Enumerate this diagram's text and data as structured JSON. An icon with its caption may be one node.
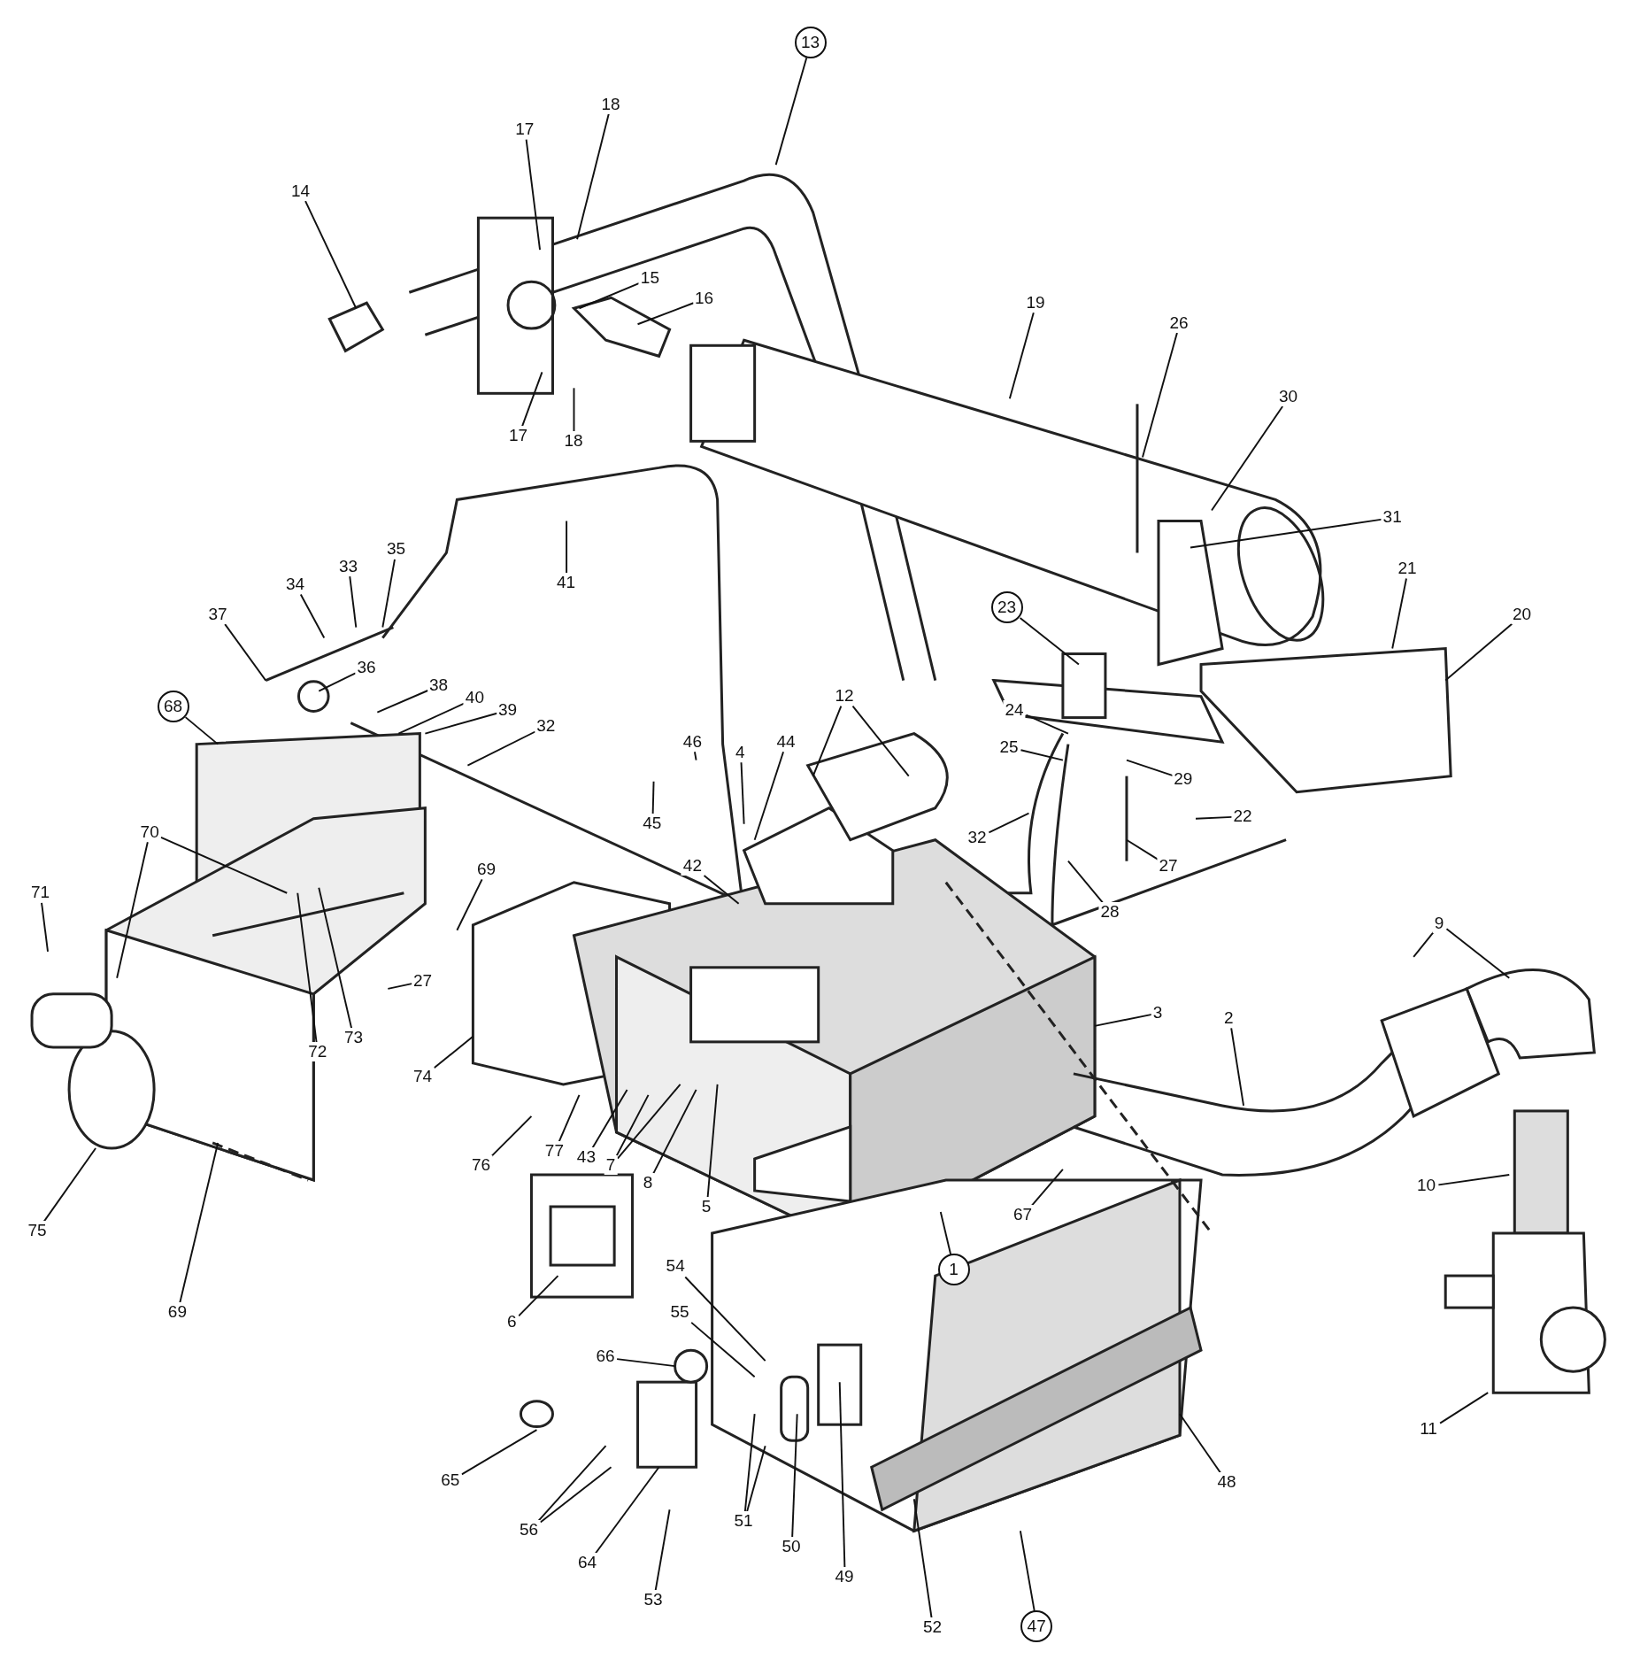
{
  "diagram": {
    "nodes": [
      {
        "text": [
          "13"
        ]
      },
      {
        "text": [
          "18"
        ]
      },
      {
        "text": [
          "17"
        ]
      },
      {
        "text": [
          "14"
        ]
      },
      {
        "text": [
          "15"
        ]
      },
      {
        "text": [
          "16"
        ]
      },
      {
        "text": [
          "17"
        ]
      },
      {
        "text": [
          "18"
        ]
      },
      {
        "text": [
          "19"
        ]
      },
      {
        "text": [
          "26"
        ]
      },
      {
        "text": [
          "30"
        ]
      },
      {
        "text": [
          "31"
        ]
      },
      {
        "text": [
          "21"
        ]
      },
      {
        "text": [
          "20"
        ]
      },
      {
        "text": [
          "23"
        ]
      },
      {
        "text": [
          "24"
        ]
      },
      {
        "text": [
          "25"
        ]
      },
      {
        "text": [
          "29"
        ]
      },
      {
        "text": [
          "22"
        ]
      },
      {
        "text": [
          "32"
        ]
      },
      {
        "text": [
          "27"
        ]
      },
      {
        "text": [
          "28"
        ]
      },
      {
        "text": [
          "41"
        ]
      },
      {
        "text": [
          "35"
        ]
      },
      {
        "text": [
          "33"
        ]
      },
      {
        "text": [
          "34"
        ]
      },
      {
        "text": [
          "37"
        ]
      },
      {
        "text": [
          "36"
        ]
      },
      {
        "text": [
          "38"
        ]
      },
      {
        "text": [
          "40"
        ]
      },
      {
        "text": [
          "39"
        ]
      },
      {
        "text": [
          "32"
        ]
      },
      {
        "text": [
          "68"
        ]
      },
      {
        "text": [
          "12"
        ]
      },
      {
        "text": [
          "46"
        ]
      },
      {
        "text": [
          "45"
        ]
      },
      {
        "text": [
          "4"
        ]
      },
      {
        "text": [
          "44"
        ]
      },
      {
        "text": [
          "42"
        ]
      },
      {
        "text": [
          "70"
        ]
      },
      {
        "text": [
          "71"
        ]
      },
      {
        "text": [
          "69"
        ]
      },
      {
        "text": [
          "27"
        ]
      },
      {
        "text": [
          "72"
        ]
      },
      {
        "text": [
          "73"
        ]
      },
      {
        "text": [
          "74"
        ]
      },
      {
        "text": [
          "76"
        ]
      },
      {
        "text": [
          "77"
        ]
      },
      {
        "text": [
          "43"
        ]
      },
      {
        "text": [
          "7"
        ]
      },
      {
        "text": [
          "8"
        ]
      },
      {
        "text": [
          "5"
        ]
      },
      {
        "text": [
          "3"
        ]
      },
      {
        "text": [
          "2"
        ]
      },
      {
        "text": [
          "9"
        ]
      },
      {
        "text": [
          "10"
        ]
      },
      {
        "text": [
          "11"
        ]
      },
      {
        "text": [
          "1"
        ]
      },
      {
        "text": [
          "67"
        ]
      },
      {
        "text": [
          "75"
        ]
      },
      {
        "text": [
          "69"
        ]
      },
      {
        "text": [
          "6"
        ]
      },
      {
        "text": [
          "54"
        ]
      },
      {
        "text": [
          "55"
        ]
      },
      {
        "text": [
          "66"
        ]
      },
      {
        "text": [
          "65"
        ]
      },
      {
        "text": [
          "56"
        ]
      },
      {
        "text": [
          "64"
        ]
      },
      {
        "text": [
          "53"
        ]
      },
      {
        "text": [
          "51"
        ]
      },
      {
        "text": [
          "50"
        ]
      },
      {
        "text": [
          "49"
        ]
      },
      {
        "text": [
          "52"
        ]
      },
      {
        "text": [
          "47"
        ]
      },
      {
        "text": [
          "48"
        ]
      }
    ],
    "edges": [
      {
        "from": 0,
        "to": null,
        "arrow": "none"
      },
      {
        "from": 1,
        "to": null,
        "arrow": "none"
      },
      {
        "from": 2,
        "to": null,
        "arrow": "none"
      },
      {
        "from": 3,
        "to": null,
        "arrow": "none"
      },
      {
        "from": 4,
        "to": null,
        "arrow": "none"
      },
      {
        "from": 5,
        "to": null,
        "arrow": "none"
      },
      {
        "from": 6,
        "to": null,
        "arrow": "none"
      },
      {
        "from": 7,
        "to": null,
        "arrow": "none"
      },
      {
        "from": 8,
        "to": null,
        "arrow": "none"
      },
      {
        "from": 9,
        "to": null,
        "arrow": "none"
      },
      {
        "from": 10,
        "to": null,
        "arrow": "none"
      },
      {
        "from": 11,
        "to": null,
        "arrow": "none"
      },
      {
        "from": 12,
        "to": null,
        "arrow": "none"
      },
      {
        "from": 13,
        "to": null,
        "arrow": "none"
      },
      {
        "from": 14,
        "to": null,
        "arrow": "none"
      },
      {
        "from": 15,
        "to": null,
        "arrow": "none"
      },
      {
        "from": 16,
        "to": null,
        "arrow": "none"
      },
      {
        "from": 17,
        "to": null,
        "arrow": "none"
      },
      {
        "from": 18,
        "to": null,
        "arrow": "none"
      },
      {
        "from": 19,
        "to": null,
        "arrow": "none"
      },
      {
        "from": 20,
        "to": null,
        "arrow": "none"
      },
      {
        "from": 21,
        "to": null,
        "arrow": "none"
      },
      {
        "from": 22,
        "to": null,
        "arrow": "none"
      },
      {
        "from": 23,
        "to": null,
        "arrow": "none"
      },
      {
        "from": 24,
        "to": null,
        "arrow": "none"
      },
      {
        "from": 25,
        "to": null,
        "arrow": "none"
      },
      {
        "from": 26,
        "to": null,
        "arrow": "none"
      },
      {
        "from": 27,
        "to": null,
        "arrow": "none"
      },
      {
        "from": 28,
        "to": null,
        "arrow": "none"
      },
      {
        "from": 29,
        "to": null,
        "arrow": "none"
      },
      {
        "from": 30,
        "to": null,
        "arrow": "none"
      },
      {
        "from": 31,
        "to": null,
        "arrow": "none"
      },
      {
        "from": 32,
        "to": null,
        "arrow": "none"
      },
      {
        "from": 33,
        "to": null,
        "arrow": "none"
      },
      {
        "from": 33,
        "to": null,
        "arrow": "none"
      },
      {
        "from": 34,
        "to": null,
        "arrow": "none"
      },
      {
        "from": 35,
        "to": null,
        "arrow": "none"
      },
      {
        "from": 36,
        "to": null,
        "arrow": "none"
      },
      {
        "from": 37,
        "to": null,
        "arrow": "none"
      },
      {
        "from": 38,
        "to": null,
        "arrow": "none"
      },
      {
        "from": 39,
        "to": null,
        "arrow": "none"
      },
      {
        "from": 39,
        "to": null,
        "arrow": "none"
      },
      {
        "from": 40,
        "to": null,
        "arrow": "none"
      },
      {
        "from": 41,
        "to": null,
        "arrow": "none"
      },
      {
        "from": 42,
        "to": null,
        "arrow": "none"
      },
      {
        "from": 43,
        "to": null,
        "arrow": "none"
      },
      {
        "from": 44,
        "to": null,
        "arrow": "none"
      },
      {
        "from": 45,
        "to": null,
        "arrow": "none"
      },
      {
        "from": 46,
        "to": null,
        "arrow": "none"
      },
      {
        "from": 47,
        "to": null,
        "arrow": "none"
      },
      {
        "from": 48,
        "to": null,
        "arrow": "none"
      },
      {
        "from": 49,
        "to": null,
        "arrow": "none"
      },
      {
        "from": 49,
        "to": null,
        "arrow": "none"
      },
      {
        "from": 50,
        "to": null,
        "arrow": "none"
      },
      {
        "from": 51,
        "to": null,
        "arrow": "none"
      },
      {
        "from": 52,
        "to": null,
        "arrow": "none"
      },
      {
        "from": 53,
        "to": null,
        "arrow": "none"
      },
      {
        "from": 54,
        "to": null,
        "arrow": "none"
      },
      {
        "from": 54,
        "to": null,
        "arrow": "none"
      },
      {
        "from": 55,
        "to": null,
        "arrow": "none"
      },
      {
        "from": 56,
        "to": null,
        "arrow": "none"
      },
      {
        "from": 57,
        "to": null,
        "arrow": "none"
      },
      {
        "from": 58,
        "to": null,
        "arrow": "none"
      },
      {
        "from": 59,
        "to": null,
        "arrow": "none"
      },
      {
        "from": 60,
        "to": null,
        "arrow": "none"
      },
      {
        "from": 61,
        "to": null,
        "arrow": "none"
      },
      {
        "from": 62,
        "to": null,
        "arrow": "none"
      },
      {
        "from": 63,
        "to": null,
        "arrow": "none"
      },
      {
        "from": 64,
        "to": null,
        "arrow": "none"
      },
      {
        "from": 65,
        "to": null,
        "arrow": "none"
      },
      {
        "from": 66,
        "to": null,
        "arrow": "none"
      },
      {
        "from": 66,
        "to": null,
        "arrow": "none"
      },
      {
        "from": 67,
        "to": null,
        "arrow": "none"
      },
      {
        "from": 68,
        "to": null,
        "arrow": "none"
      },
      {
        "from": 69,
        "to": null,
        "arrow": "none"
      },
      {
        "from": 69,
        "to": null,
        "arrow": "none"
      },
      {
        "from": 70,
        "to": null,
        "arrow": "none"
      },
      {
        "from": 71,
        "to": null,
        "arrow": "none"
      },
      {
        "from": 72,
        "to": null,
        "arrow": "none"
      },
      {
        "from": 73,
        "to": null,
        "arrow": "none"
      },
      {
        "from": 74,
        "to": null,
        "arrow": "none"
      }
    ]
  }
}
